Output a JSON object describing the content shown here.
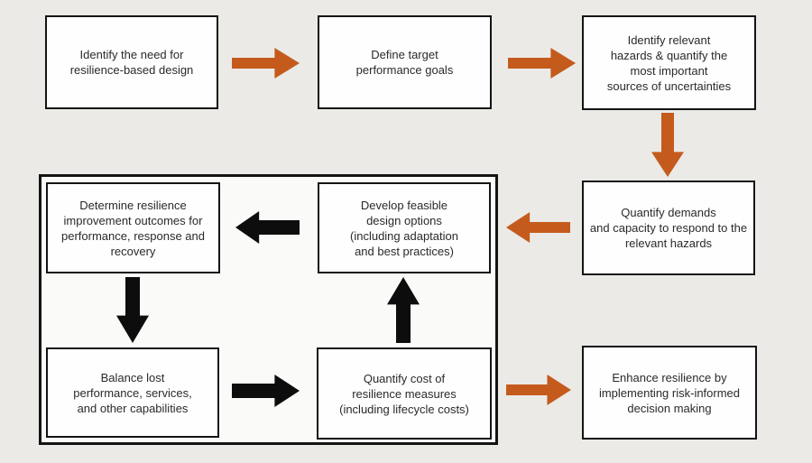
{
  "title": "Resilience-based design process flowchart",
  "colors": {
    "orange": "#c45b1d",
    "arrow_black": "#0d0d0d",
    "page_bg": "#ebeae7",
    "container_fill": "#fafaf8",
    "box_fill": "#fefefe",
    "border": "#141414",
    "text": "#2a2a2a"
  },
  "boxes": {
    "identify_need": {
      "label": "Identify the need for\nresilience-based design"
    },
    "define_goals": {
      "label": "Define target\nperformance goals"
    },
    "identify_hazards": {
      "label": "Identify relevant\nhazards & quantify the\nmost important\nsources of uncertainties"
    },
    "quantify_demands": {
      "label": "Quantify demands\nand capacity to respond to the\nrelevant hazards"
    },
    "determine_outcomes": {
      "label": "Determine resilience\nimprovement outcomes for\nperformance, response and\nrecovery"
    },
    "develop_options": {
      "label": "Develop feasible\ndesign options\n(including adaptation\nand best practices)"
    },
    "balance_lost": {
      "label": "Balance lost\nperformance, services,\nand other capabilities"
    },
    "quantify_cost": {
      "label": "Quantify cost of\nresilience measures\n(including lifecycle costs)"
    },
    "enhance_resilience": {
      "label": "Enhance resilience by\nimplementing risk-informed\ndecision making"
    }
  },
  "arrows": [
    {
      "id": "identify-need-to-define-goals",
      "direction": "right",
      "color": "orange"
    },
    {
      "id": "define-goals-to-identify-hazards",
      "direction": "right",
      "color": "orange"
    },
    {
      "id": "identify-hazards-to-quantify-demands",
      "direction": "down",
      "color": "orange"
    },
    {
      "id": "quantify-demands-to-develop-options",
      "direction": "left",
      "color": "orange"
    },
    {
      "id": "develop-options-to-determine-outcomes",
      "direction": "left",
      "color": "black"
    },
    {
      "id": "determine-outcomes-to-balance-lost",
      "direction": "down",
      "color": "black"
    },
    {
      "id": "balance-lost-to-quantify-cost",
      "direction": "right",
      "color": "black"
    },
    {
      "id": "quantify-cost-to-develop-options",
      "direction": "up",
      "color": "black"
    },
    {
      "id": "loop-to-enhance-resilience",
      "direction": "right",
      "color": "orange"
    }
  ]
}
